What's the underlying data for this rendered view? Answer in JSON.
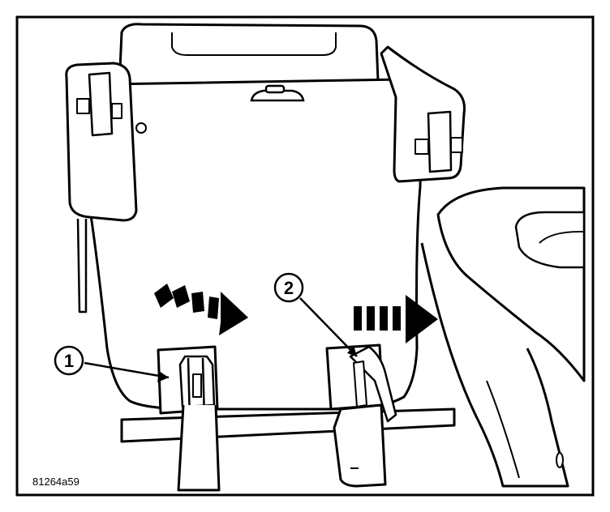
{
  "figure": {
    "id_label": "81264a59",
    "callouts": [
      {
        "number": "1"
      },
      {
        "number": "2"
      }
    ],
    "colors": {
      "line": "#000000",
      "fill": "#ffffff",
      "arrow": "#000000"
    }
  }
}
